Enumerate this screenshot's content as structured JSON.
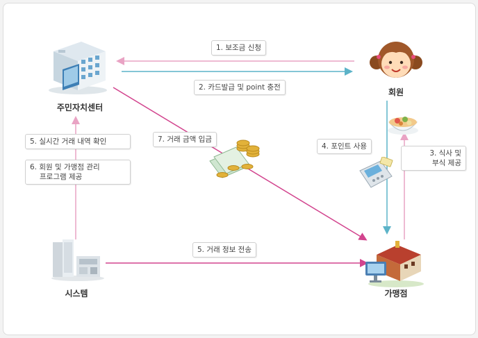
{
  "nodes": {
    "center": "주민자치센터",
    "member": "회원",
    "system": "시스템",
    "store": "가맹점"
  },
  "steps": {
    "s1": "1. 보조금 신청",
    "s2": "2. 카드발급 및 point 충전",
    "s3_line1": "3. 식사 및",
    "s3_line2": "부식 제공",
    "s4": "4. 포인트 사용",
    "s5a": "5. 실시간  거래 내역 확인",
    "s5b": "5. 거래 정보 전송",
    "s6_line1": "6. 회원 및 가맹점 관리",
    "s6_line2": "프로그램 제공",
    "s7": "7. 거래 금액 입금"
  },
  "colors": {
    "pink": "#e9a3c4",
    "magenta": "#d2448e",
    "teal": "#5cb3c8",
    "background": "#f3f3f3"
  },
  "icons": [
    "building-icon",
    "girl-icon",
    "server-icon",
    "store-icon",
    "food-bowl-icon",
    "card-reader-icon",
    "money-icon"
  ]
}
